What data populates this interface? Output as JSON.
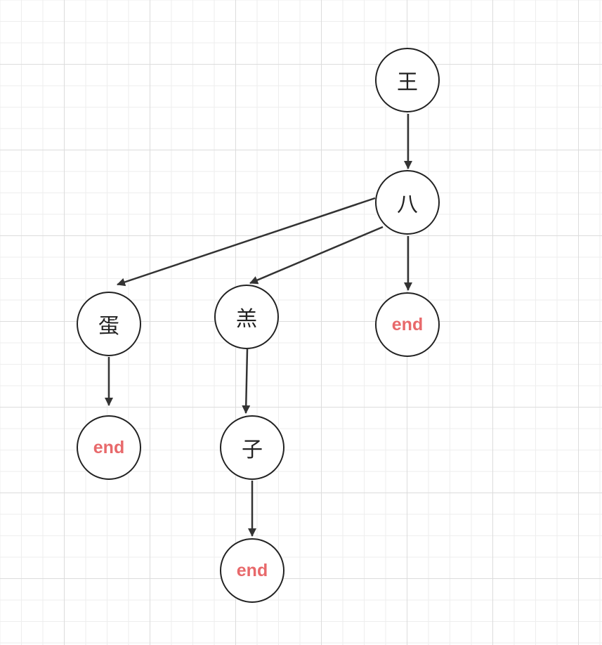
{
  "diagram": {
    "colors": {
      "stroke": "#333333",
      "node_border": "#222222",
      "end_text": "#e8696b"
    },
    "nodes": {
      "wang": "王",
      "ba": "八",
      "dan": "蛋",
      "gao": "羔",
      "zi": "子",
      "end_under_ba": "end",
      "end_under_dan": "end",
      "end_under_zi": "end"
    },
    "edges": [
      {
        "from": "王",
        "to": "八"
      },
      {
        "from": "八",
        "to": "蛋"
      },
      {
        "from": "八",
        "to": "羔"
      },
      {
        "from": "八",
        "to": "end"
      },
      {
        "from": "蛋",
        "to": "end"
      },
      {
        "from": "羔",
        "to": "子"
      },
      {
        "from": "子",
        "to": "end"
      }
    ]
  }
}
